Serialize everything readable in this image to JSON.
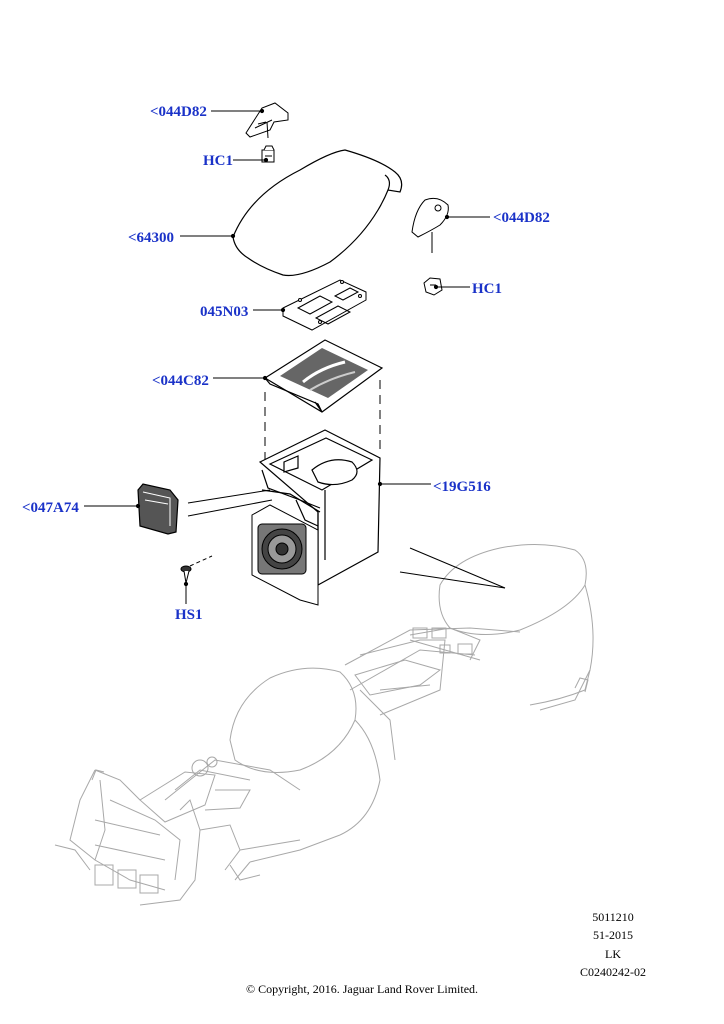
{
  "colors": {
    "callout": "#1a32c8",
    "line": "#000000",
    "ghost": "#a8a8a8"
  },
  "callouts": {
    "c044d82_top": "<044D82",
    "hc1_top": "HC1",
    "c64300": "<64300",
    "c044d82_right": "<044D82",
    "hc1_right": "HC1",
    "c045n03": "045N03",
    "c044c82": "<044C82",
    "c19g516": "<19G516",
    "c047a74": "<047A74",
    "hs1": "HS1"
  },
  "meta": {
    "line1": "5011210",
    "line2": "51-2015",
    "line3": "LK",
    "line4": "C0240242-02"
  },
  "copyright": "© Copyright, 2016. Jaguar Land Rover Limited."
}
